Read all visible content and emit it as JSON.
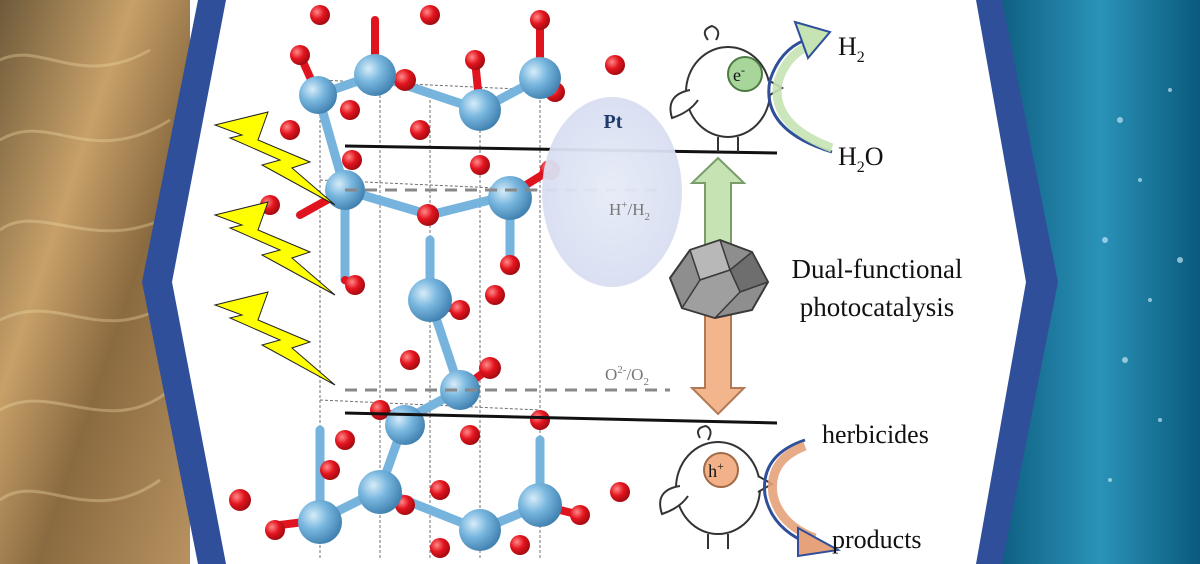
{
  "labels": {
    "pt": "Pt",
    "electron_symbol": "e",
    "electron_sup": "-",
    "hole_symbol": "h",
    "hole_sup": "+",
    "h2_main": "H",
    "h2_sub": "2",
    "h2o_main": "H",
    "h2o_sub": "2",
    "h2o_tail": "O",
    "hydrogen_potential_a": "H",
    "hydrogen_potential_sup": "+",
    "hydrogen_potential_b": "/H",
    "hydrogen_potential_sub": "2",
    "oxygen_potential_a": "O",
    "oxygen_potential_sup": "2-",
    "oxygen_potential_b": "/O",
    "oxygen_potential_sub": "2",
    "title_line1": "Dual-functional",
    "title_line2": "photocatalysis",
    "herbicides": "herbicides",
    "products": "products"
  },
  "colors": {
    "frame": "#2f4f9a",
    "pt_blob": "#dde3f4",
    "electron_badge": "#a8d59a",
    "hole_badge": "#f3b189",
    "up_arrow": "#c5e3b3",
    "down_arrow": "#f2b58c",
    "lightning": "#ffff00",
    "ti_atom": "#6fb0dc",
    "o_atom": "#e0141e",
    "water": "#1c7fa6",
    "sand": "#b08b55"
  },
  "icons": [
    "lightning-bolt-icon",
    "bird-electron-icon",
    "bird-hole-icon",
    "rock-catalyst-icon",
    "curved-arrow-icon"
  ]
}
